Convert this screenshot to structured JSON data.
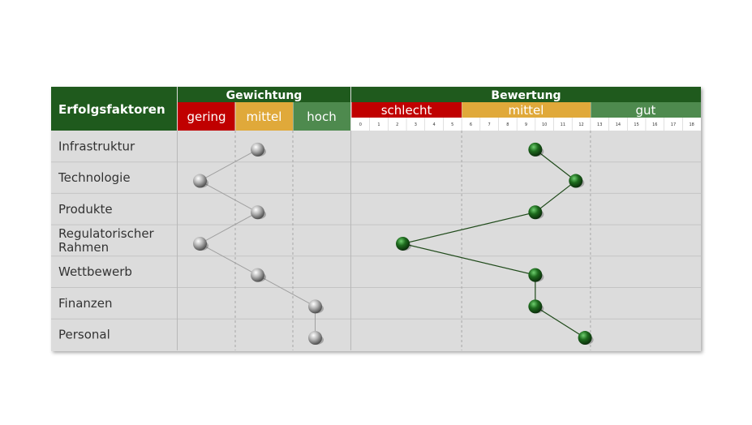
{
  "chart_data": {
    "type": "scatter",
    "row_header": "Erfolgsfaktoren",
    "categories": [
      "Infrastruktur",
      "Technologie",
      "Produkte",
      "Regulatorischer Rahmen",
      "Wettbewerb",
      "Finanzen",
      "Personal"
    ],
    "category_lines": [
      [
        "Infrastruktur"
      ],
      [
        "Technologie"
      ],
      [
        "Produkte"
      ],
      [
        "Regulatorischer",
        "Rahmen"
      ],
      [
        "Wettbewerb"
      ],
      [
        "Finanzen"
      ],
      [
        "Personal"
      ]
    ],
    "weighting": {
      "title": "Gewichtung",
      "levels": [
        "gering",
        "mittel",
        "hoch"
      ],
      "level_colors": [
        "#c00000",
        "#e0a93a",
        "#4e8a4e"
      ],
      "values": [
        1,
        0,
        1,
        0,
        1,
        2,
        2
      ]
    },
    "rating": {
      "title": "Bewertung",
      "bands": [
        {
          "label": "schlecht",
          "from": 0,
          "to": 6,
          "color": "#c00000"
        },
        {
          "label": "mittel",
          "from": 6,
          "to": 13,
          "color": "#e0a93a"
        },
        {
          "label": "gut",
          "from": 13,
          "to": 19,
          "color": "#4e8a4e"
        }
      ],
      "ticks": [
        0,
        1,
        2,
        3,
        4,
        5,
        6,
        7,
        8,
        9,
        10,
        11,
        12,
        13,
        14,
        15,
        16,
        17,
        18
      ],
      "xlim": [
        0,
        19
      ],
      "values": [
        10,
        12.2,
        10,
        2.8,
        10,
        10,
        12.7
      ]
    },
    "colors": {
      "header_green": "#1f5a1d",
      "cell_bg": "#dcdcdc",
      "weight_marker": "#a6a6a6",
      "rating_marker": "#1e6b1e",
      "weight_line": "#a0a0a0",
      "rating_line": "#1f4a1a"
    }
  }
}
